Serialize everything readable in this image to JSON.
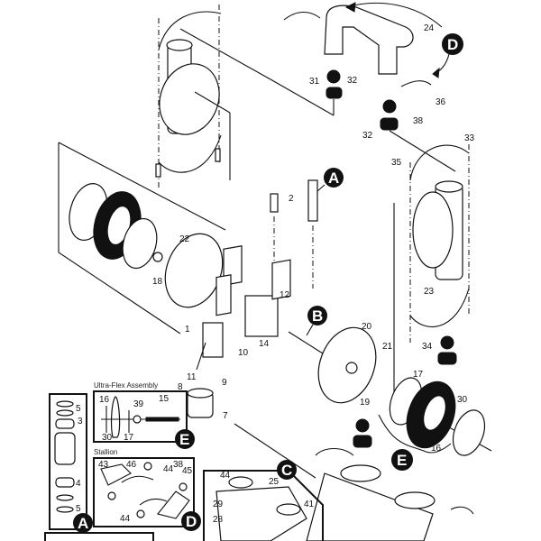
{
  "diagram": {
    "title": "Diaphragm pump exploded parts view",
    "callouts": [
      {
        "id": "callout-a-main",
        "letter": "A"
      },
      {
        "id": "callout-b",
        "letter": "B"
      },
      {
        "id": "callout-c",
        "letter": "C"
      },
      {
        "id": "callout-d-main",
        "letter": "D"
      },
      {
        "id": "callout-e-main",
        "letter": "E"
      },
      {
        "id": "callout-a-inset",
        "letter": "A"
      },
      {
        "id": "callout-d-inset",
        "letter": "D"
      },
      {
        "id": "callout-e-inset",
        "letter": "E"
      }
    ],
    "part_labels": {
      "p1": "1",
      "p2": "2",
      "p7": "7",
      "p8": "8",
      "p9": "9",
      "p10": "10",
      "p11": "11",
      "p12": "12",
      "p14": "14",
      "p16": "16",
      "p17": "17",
      "p18": "18",
      "p19": "19",
      "p20": "20",
      "p21": "21",
      "p22": "22",
      "p23": "23",
      "p24": "24",
      "p25": "25",
      "p28": "28",
      "p29": "29",
      "p30": "30",
      "p31": "31",
      "p32a": "32",
      "p32b": "32",
      "p33": "33",
      "p34": "34",
      "p35": "35",
      "p36": "36",
      "p38": "38",
      "p41": "41",
      "p44": "44"
    },
    "insets": {
      "ultraflex": {
        "title": "Ultra-Flex    Assembly",
        "labels": {
          "p16": "16",
          "p30": "30",
          "p17": "17",
          "p39": "39",
          "p15": "15"
        }
      },
      "stallion": {
        "title": "Stallion",
        "labels": {
          "p43": "43",
          "p46": "46",
          "p44a": "44",
          "p38": "38",
          "p45": "45",
          "p44b": "44"
        }
      },
      "air_valve": {
        "labels": {
          "p5a": "5",
          "p3": "3",
          "p4": "4",
          "p5b": "5"
        }
      }
    }
  }
}
